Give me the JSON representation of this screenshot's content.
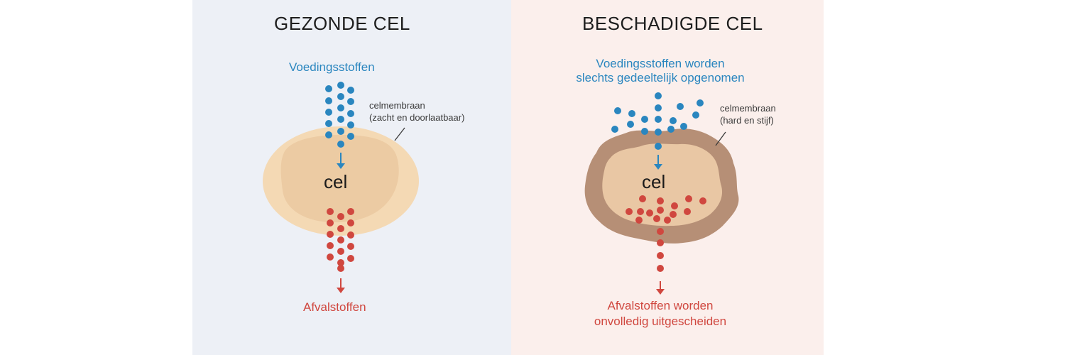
{
  "healthy": {
    "title": "GEZONDE CEL",
    "nutrients": "Voedingsstoffen",
    "membrane_line1": "celmembraan",
    "membrane_line2": "(zacht en doorlaatbaar)",
    "cell": "cel",
    "waste": "Afvalstoffen"
  },
  "damaged": {
    "title": "BESCHADIGDE CEL",
    "nutrients_line1": "Voedingsstoffen worden",
    "nutrients_line2": "slechts gedeeltelijk opgenomen",
    "membrane_line1": "celmembraan",
    "membrane_line2": "(hard en stijf)",
    "cell": "cel",
    "waste_line1": "Afvalstoffen worden",
    "waste_line2": "onvolledig uitgescheiden"
  },
  "colors": {
    "left_bg": "#edf0f6",
    "right_bg": "#fbefec",
    "nutrient_dot": "#2a86bf",
    "waste_dot": "#d0473f",
    "healthy_membrane": "#f4d9b4",
    "healthy_cytoplasm": "#eccba3",
    "damaged_membrane": "#b68f76",
    "damaged_cytoplasm": "#e9c7a4"
  }
}
